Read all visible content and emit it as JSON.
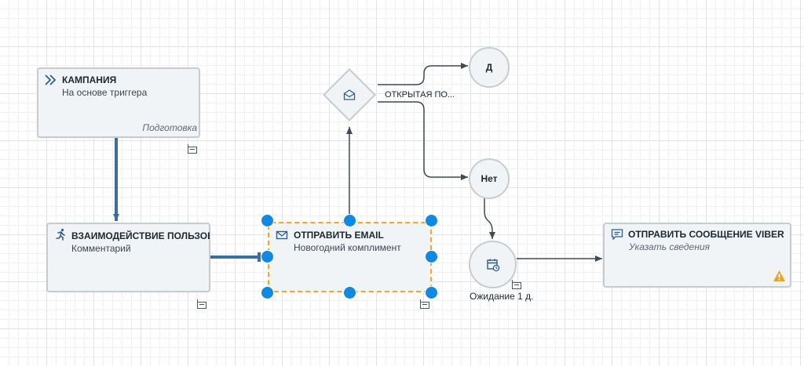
{
  "canvas": {
    "accent": "#1189e0",
    "edge_color": "#3f4a55",
    "main_flow_color": "#3b6f9a",
    "warning_color": "#e8a31f"
  },
  "nodes": {
    "campaign": {
      "title": "КАМПАНИЯ",
      "subtitle": "На основе триггера",
      "status": "Подготовка",
      "icon": "fast-forward-icon"
    },
    "interaction": {
      "title": "ВЗАИМОДЕЙСТВИЕ ПОЛЬЗОВАТ...",
      "subtitle": "Комментарий",
      "icon": "running-person-icon"
    },
    "send_email": {
      "title": "ОТПРАВИТЬ EMAIL",
      "subtitle": "Новогодний комплимент",
      "icon": "envelope-icon",
      "selected": true
    },
    "condition": {
      "label": "ОТКРЫТАЯ ПО...",
      "icon": "open-envelope-icon"
    },
    "yes": {
      "label": "Д"
    },
    "no": {
      "label": "Нет"
    },
    "wait": {
      "label": "Ожидание 1 д.",
      "icon": "calendar-clock-icon"
    },
    "send_viber": {
      "title": "ОТПРАВИТЬ СООБЩЕНИЕ VIBER",
      "subtitle": "Указать сведения",
      "icon": "chat-icon",
      "warning_icon": "warning-icon"
    }
  },
  "comment_icon": "comment-box-icon"
}
